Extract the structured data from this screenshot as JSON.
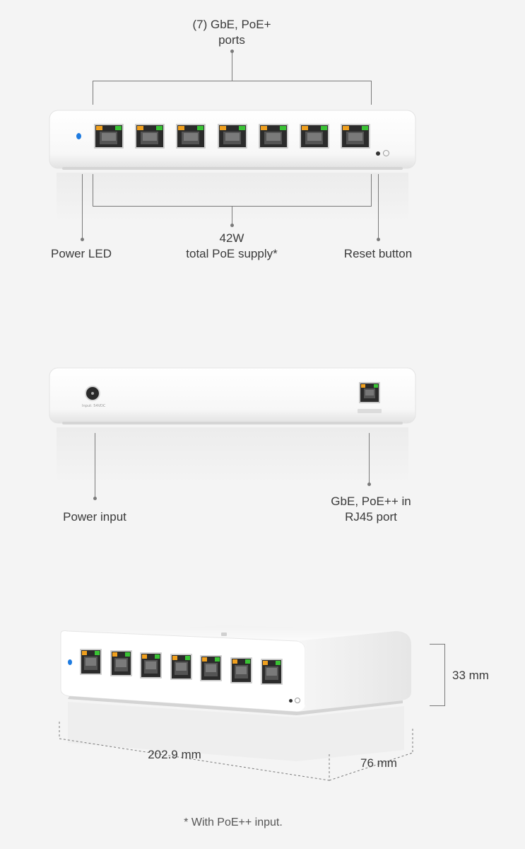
{
  "front": {
    "ports_label_line1": "(7) GbE, PoE+",
    "ports_label_line2": "ports",
    "power_led_label": "Power LED",
    "poe_supply_line1": "42W",
    "poe_supply_line2": "total PoE supply*",
    "reset_label": "Reset button",
    "port_count": 7,
    "led_color": "#1e7be0"
  },
  "back": {
    "power_input_label": "Power input",
    "uplink_line1": "GbE, PoE++ in",
    "uplink_line2": "RJ45 port",
    "power_text": "Input: 54VDC"
  },
  "dimensions": {
    "height_label": "33 mm",
    "width_label": "202.9 mm",
    "depth_label": "76 mm"
  },
  "footnote": "* With PoE++ input.",
  "colors": {
    "port_amber": "#f0a01e",
    "port_green": "#39c234"
  }
}
